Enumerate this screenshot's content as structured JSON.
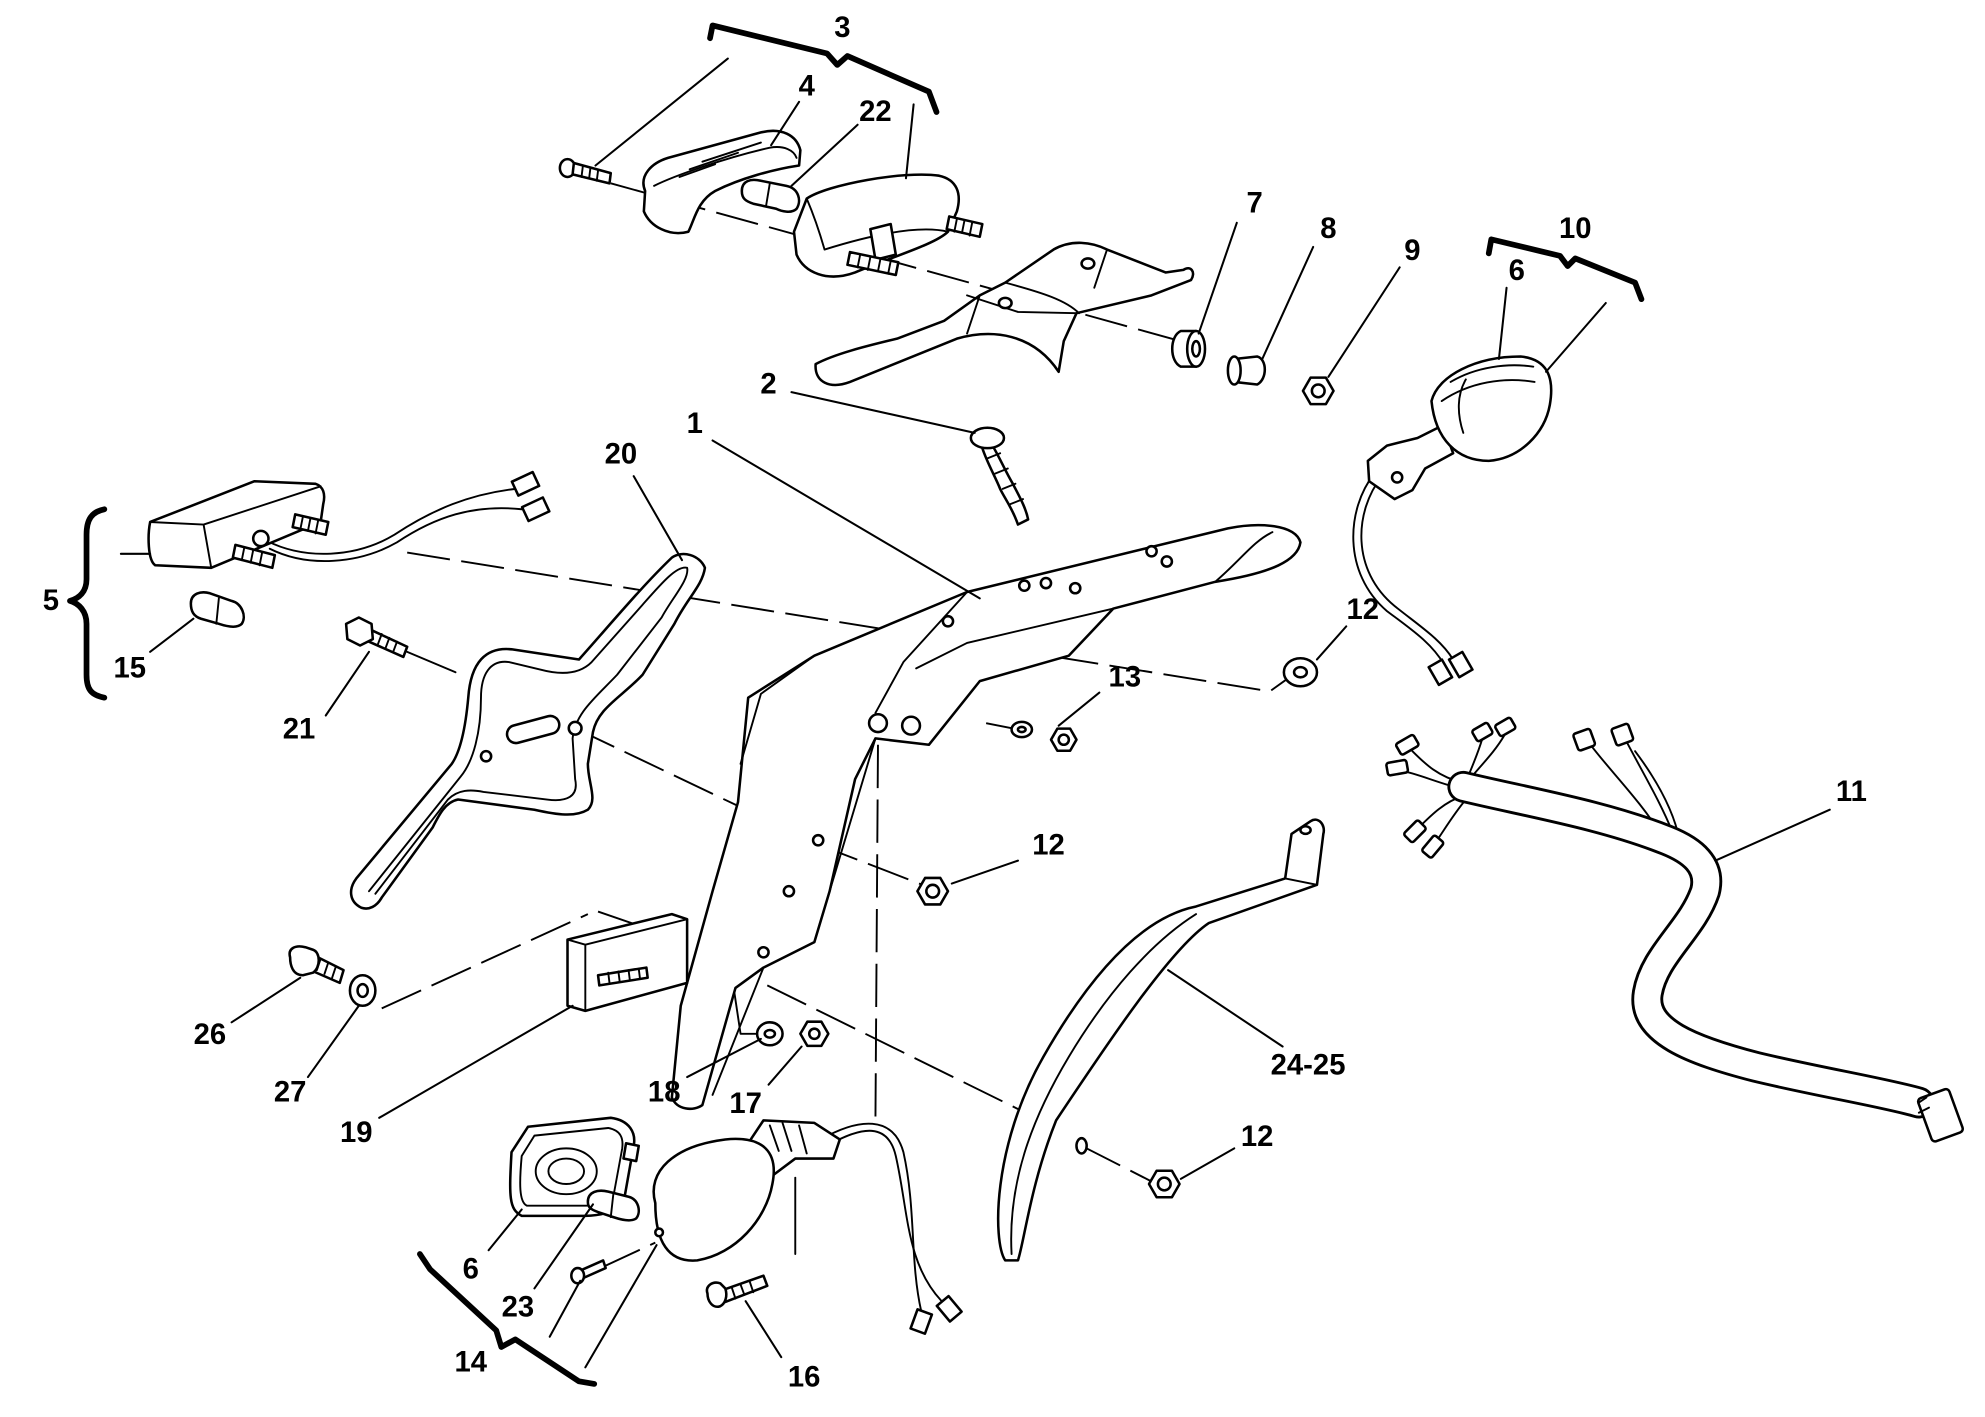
{
  "diagram": {
    "callouts": [
      "3",
      "4",
      "22",
      "7",
      "8",
      "9",
      "10",
      "6",
      "2",
      "1",
      "20",
      "5",
      "15",
      "21",
      "12",
      "13",
      "12",
      "11",
      "26",
      "27",
      "19",
      "18",
      "17",
      "24-25",
      "12",
      "6",
      "23",
      "14",
      "16"
    ]
  },
  "colors": {
    "line": "#000000",
    "background": "#ffffff"
  }
}
